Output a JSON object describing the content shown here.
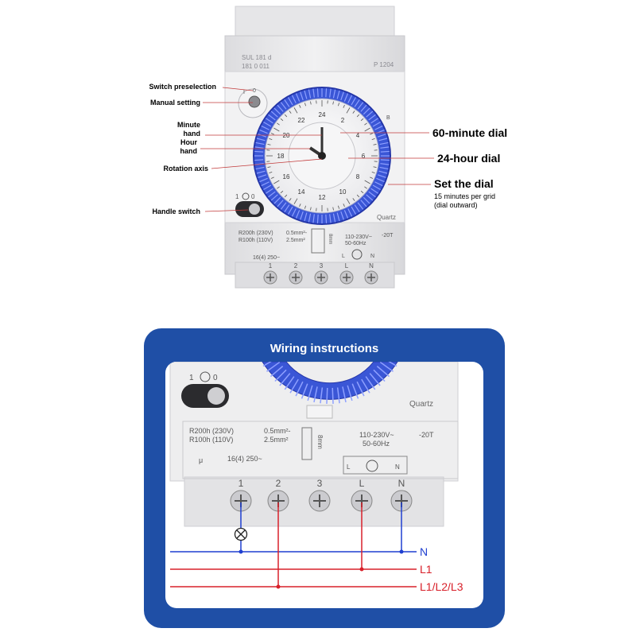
{
  "device": {
    "model_line1": "SUL 181 d",
    "model_line2": "181 0 011",
    "part_no": "P 1204",
    "brand": "Quartz",
    "reserve_230": "R200h (230V)",
    "reserve_110": "R100h (110V)",
    "wire_size_1": "0.5mm²-",
    "wire_size_2": "2.5mm²",
    "strip_len": "8mm",
    "voltage": "110-230V~",
    "frequency": "50-60Hz",
    "temp": "-20T",
    "contact_rating": "16(4) 250~",
    "micro": "μ",
    "switch_1": "1",
    "switch_0": "0",
    "preselect_i": "I",
    "preselect_0": "0",
    "preselect_b": "B",
    "terminals": [
      "1",
      "2",
      "3",
      "L",
      "N"
    ],
    "coil_L": "L",
    "coil_N": "N",
    "hour_marks": [
      "2",
      "4",
      "6",
      "8",
      "10",
      "12",
      "14",
      "16",
      "18",
      "20",
      "22",
      "24"
    ]
  },
  "callouts": {
    "switch_preselection": "Switch preselection",
    "manual_setting": "Manual setting",
    "minute_hand_1": "Minute",
    "minute_hand_2": "hand",
    "hour_hand_1": "Hour",
    "hour_hand_2": "hand",
    "rotation_axis": "Rotation axis",
    "handle_switch": "Handle switch",
    "dial_60": "60-minute dial",
    "dial_24": "24-hour dial",
    "set_dial": "Set the dial",
    "set_dial_sub1": "15 minutes per grid",
    "set_dial_sub2": "(dial outward)"
  },
  "wiring": {
    "title": "Wiring instructions",
    "line_n": "N",
    "line_l1": "L1",
    "line_l123": "L1/L2/L3"
  },
  "colors": {
    "frame_blue": "#1f4fa6",
    "ring_blue": "#2f4fd0",
    "wire_blue": "#1f3fd0",
    "wire_red": "#d8202a",
    "housing": "#e9e9ea",
    "callout_line": "#c23a3a"
  }
}
